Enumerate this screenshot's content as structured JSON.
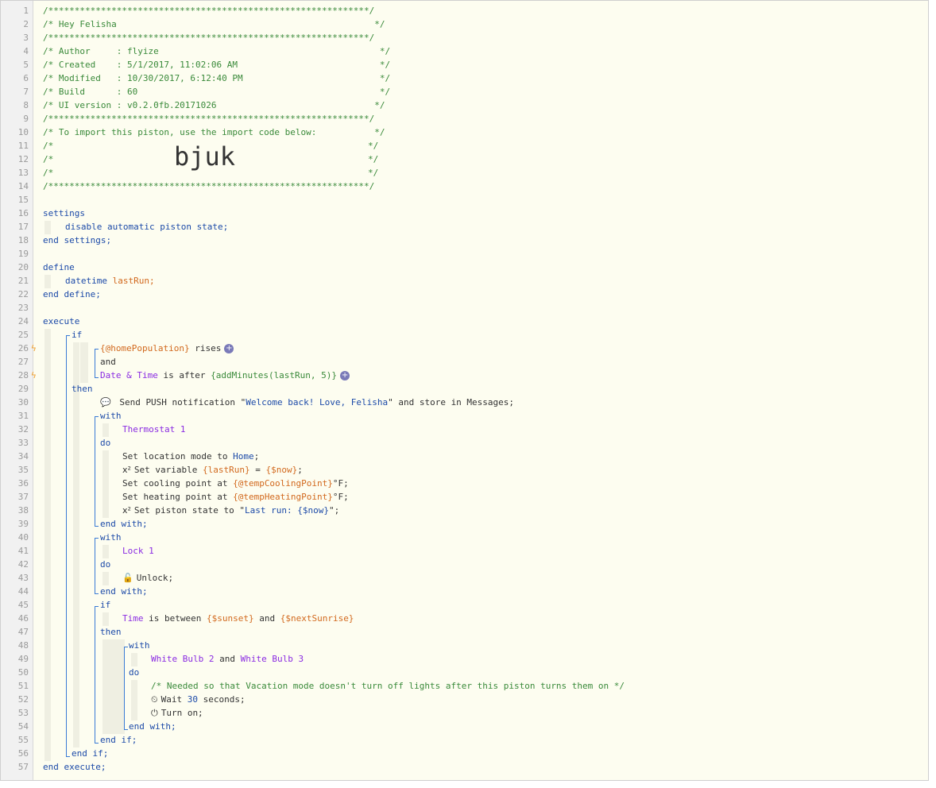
{
  "header": {
    "border_line": "/*************************************************************/",
    "title_line": "/* Hey Felisha                                                 */",
    "author_line": "/* Author     : flyize                                          */",
    "created_line": "/* Created    : 5/1/2017, 11:02:06 AM                           */",
    "modified_line": "/* Modified   : 10/30/2017, 6:12:40 PM                          */",
    "build_line": "/* Build      : 60                                              */",
    "ui_line": "/* UI version : v0.2.0fb.20171026                              */",
    "import_line": "/* To import this piston, use the import code below:           */",
    "blank_line": "/*                                                           */",
    "blank_left": "/*",
    "blank_right": "*/",
    "import_code": "bjuk"
  },
  "code": {
    "settings": "settings",
    "disable": "disable automatic piston state;",
    "end_settings": "end settings;",
    "define": "define",
    "datetime": "datetime",
    "lastRun_decl": "lastRun;",
    "end_define": "end define;",
    "execute": "execute",
    "if1": "if",
    "homePopulation": "{@homePopulation}",
    "rises": " rises",
    "and": "and",
    "datetime_cond": "Date & Time",
    "is_after": " is after ",
    "addMinutes": "{addMinutes(lastRun, 5)}",
    "then1": "then",
    "send_prefix": " Send PUSH notification \"",
    "send_msg": "Welcome back! Love, Felisha",
    "send_suffix": "\" and store in Messages;",
    "with1": "with",
    "thermostat": "Thermostat 1",
    "do1": "do",
    "set_mode": "Set location mode to ",
    "home": "Home",
    "semi": ";",
    "set_var": "Set variable ",
    "lastRun_var": "{lastRun}",
    "eq": " = ",
    "now_var": "{$now}",
    "set_cool": "Set cooling point at ",
    "tempCool": "{@tempCoolingPoint}",
    "degF": "°F;",
    "set_heat": "Set heating point at ",
    "tempHeat": "{@tempHeatingPoint}",
    "set_state": "Set piston state to \"",
    "state_val": "Last run: {$now}",
    "state_end": "\";",
    "end_with1": "end with;",
    "with2": "with",
    "lock": "Lock 1",
    "do2": "do",
    "unlock": "Unlock;",
    "end_with2": "end with;",
    "if2": "if",
    "time": "Time",
    "is_between": " is between ",
    "sunset": "{$sunset}",
    "and_word": " and ",
    "nextSunrise": "{$nextSunrise}",
    "then2": "then",
    "with3": "with",
    "bulb2": "White Bulb 2",
    "bulb3": "White Bulb 3",
    "do3": "do",
    "comment": "/* Needed so that Vacation mode doesn't turn off lights after this piston turns them on */",
    "wait_pre": "Wait ",
    "wait_num": "30",
    "wait_post": " seconds;",
    "turn_on": "Turn on;",
    "end_with3": "end with;",
    "end_if2": "end if;",
    "end_if1": "end if;",
    "end_execute": "end execute;"
  },
  "line_numbers": [
    "1",
    "2",
    "3",
    "4",
    "5",
    "6",
    "7",
    "8",
    "9",
    "10",
    "11",
    "12",
    "13",
    "14",
    "15",
    "16",
    "17",
    "18",
    "19",
    "20",
    "21",
    "22",
    "23",
    "24",
    "25",
    "26",
    "27",
    "28",
    "29",
    "30",
    "31",
    "32",
    "33",
    "34",
    "35",
    "36",
    "37",
    "38",
    "39",
    "40",
    "41",
    "42",
    "43",
    "44",
    "45",
    "46",
    "47",
    "48",
    "49",
    "50",
    "51",
    "52",
    "53",
    "54",
    "55",
    "56",
    "57"
  ],
  "icons": {
    "plus": "+",
    "bolt": "ϟ",
    "chat": "💬",
    "x2": "x²",
    "lock": "🔓",
    "clock": "⏲",
    "power": "⏻"
  }
}
